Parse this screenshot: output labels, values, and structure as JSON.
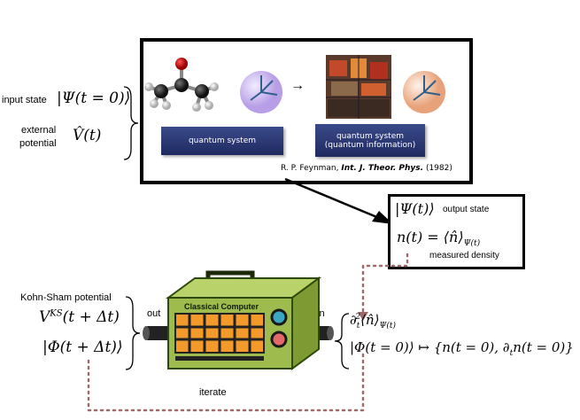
{
  "left": {
    "input_state_label": "input state",
    "input_state_math": "|Ψ(t = 0)⟩",
    "external_label_1": "external",
    "external_label_2": "potential",
    "external_math": "V̂(t)"
  },
  "feynman_box": {
    "quantum_system_label": "quantum system",
    "quantum_system_info_line1": "quantum system",
    "quantum_system_info_line2": "(quantum information)",
    "arrow_glyph": "→",
    "citation_author": "R. P. Feynman, ",
    "citation_journal": "Int. J. Theor. Phys.",
    "citation_year": " (1982)"
  },
  "output_box": {
    "state_math": "|Ψ(t)⟩",
    "state_label": "output state",
    "density_math": "n(t) = ⟨n̂⟩",
    "density_sub": "Ψ(t)",
    "density_label": "measured density"
  },
  "computer": {
    "title": "Classical Computer",
    "out_label": "out",
    "in_label": "in"
  },
  "kohn_sham": {
    "label": "Kohn-Sham potential",
    "potential_math": "V",
    "potential_sup": "KS",
    "potential_arg": "(t + Δt)",
    "state_math": "|Φ(t + Δt)⟩"
  },
  "input_right": {
    "deriv_math": "∂",
    "deriv_sup": "2",
    "deriv_sub": "t",
    "deriv_rest": "⟨n̂⟩",
    "deriv_subscript": "Ψ(t)",
    "map_math": "|Φ(t = 0)⟩ ↦ {n(t = 0), ∂",
    "map_sub": "t",
    "map_rest": "n(t = 0)}"
  },
  "iterate_label": "iterate",
  "colors": {
    "dotted_path": "#a06a6a",
    "computer_body": "#9ebc4e",
    "computer_dark": "#3b5a12",
    "screen_orange": "#f39a2a",
    "qbox_blue": "#2a3a78"
  }
}
